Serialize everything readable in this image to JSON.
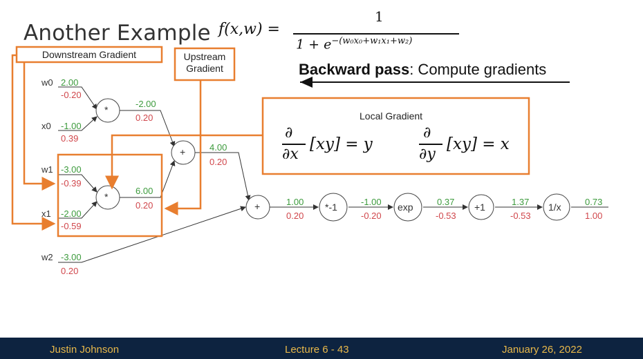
{
  "slide": {
    "title": "Another Example",
    "formula": {
      "lhs": "f(x,w) =",
      "numerator": "1",
      "denominator_base": "1 + e",
      "denominator_exponent": "−(w₀x₀+w₁x₁+w₂)"
    },
    "subtitle_bold": "Backward pass",
    "subtitle_rest": ": Compute gradients",
    "boxes": {
      "downstream": "Downstream Gradient",
      "upstream_line1": "Upstream",
      "upstream_line2": "Gradient",
      "local": "Local Gradient"
    },
    "local_gradients": {
      "dx_top": "∂",
      "dx_bottom": "∂x",
      "dx_rhs": "[xy] = y",
      "dy_top": "∂",
      "dy_bottom": "∂y",
      "dy_rhs": "[xy] = x"
    },
    "inputs": [
      {
        "name": "w0",
        "fwd": "2.00",
        "bwd": "-0.20"
      },
      {
        "name": "x0",
        "fwd": "-1.00",
        "bwd": "0.39"
      },
      {
        "name": "w1",
        "fwd": "-3.00",
        "bwd": "-0.39"
      },
      {
        "name": "x1",
        "fwd": "-2.00",
        "bwd": "-0.59"
      },
      {
        "name": "w2",
        "fwd": "-3.00",
        "bwd": "0.20"
      }
    ],
    "nodes": {
      "mul1": "*",
      "mul2": "*",
      "add1": "+",
      "add2": "+",
      "neg": "*-1",
      "exp": "exp",
      "plus1": "+1",
      "inv": "1/x"
    },
    "edges": {
      "mul1_out": {
        "fwd": "-2.00",
        "bwd": "0.20"
      },
      "mul2_out": {
        "fwd": "6.00",
        "bwd": "0.20"
      },
      "add1_out": {
        "fwd": "4.00",
        "bwd": "0.20"
      },
      "add2_out": {
        "fwd": "1.00",
        "bwd": "0.20"
      },
      "neg_out": {
        "fwd": "-1.00",
        "bwd": "-0.20"
      },
      "exp_out": {
        "fwd": "0.37",
        "bwd": "-0.53"
      },
      "plus1_out": {
        "fwd": "1.37",
        "bwd": "-0.53"
      },
      "inv_out": {
        "fwd": "0.73",
        "bwd": "1.00"
      }
    },
    "colors": {
      "forward": "#3c9a3c",
      "backward": "#d0464b",
      "highlight": "#e87e2f",
      "footer_bg": "#0d2340",
      "footer_text": "#e8b84a"
    }
  },
  "footer": {
    "author": "Justin Johnson",
    "lecture": "Lecture 6 - 43",
    "date": "January 26, 2022"
  }
}
